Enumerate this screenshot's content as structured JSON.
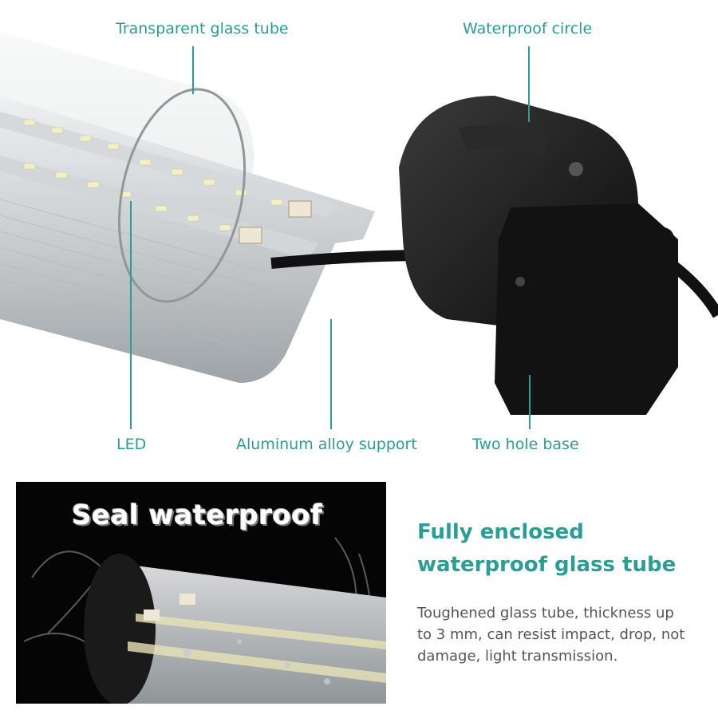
{
  "callouts": {
    "glass_tube": "Transparent glass tube",
    "waterproof_circle": "Waterproof circle",
    "led": "LED",
    "aluminum_support": "Aluminum alloy support",
    "two_hole_base": "Two hole base"
  },
  "photo_banner": {
    "title": "Seal waterproof"
  },
  "feature": {
    "heading_line1": "Fully enclosed",
    "heading_line2": "waterproof glass tube",
    "body_line1": "Toughened glass tube, thickness up",
    "body_line2": "to 3 mm, can resist impact, drop, not",
    "body_line3": "damage, light transmission."
  },
  "colors": {
    "accent": "#2a9d96",
    "body_text": "#555555"
  }
}
